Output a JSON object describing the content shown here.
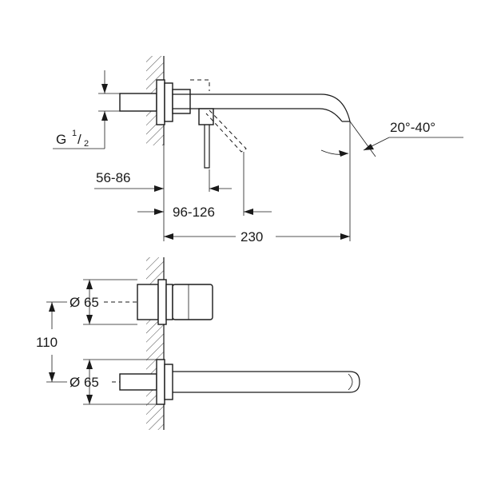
{
  "dimensions": {
    "thread": {
      "main": "G",
      "numerator": "1",
      "slash": "/",
      "denominator": "2"
    },
    "depth_range": "56-86",
    "lever_range": "96-126",
    "spout_length": "230",
    "angle": "20°-40°",
    "diameter_upper": "Ø 65",
    "diameter_lower": "Ø 65",
    "center_distance": "110"
  }
}
